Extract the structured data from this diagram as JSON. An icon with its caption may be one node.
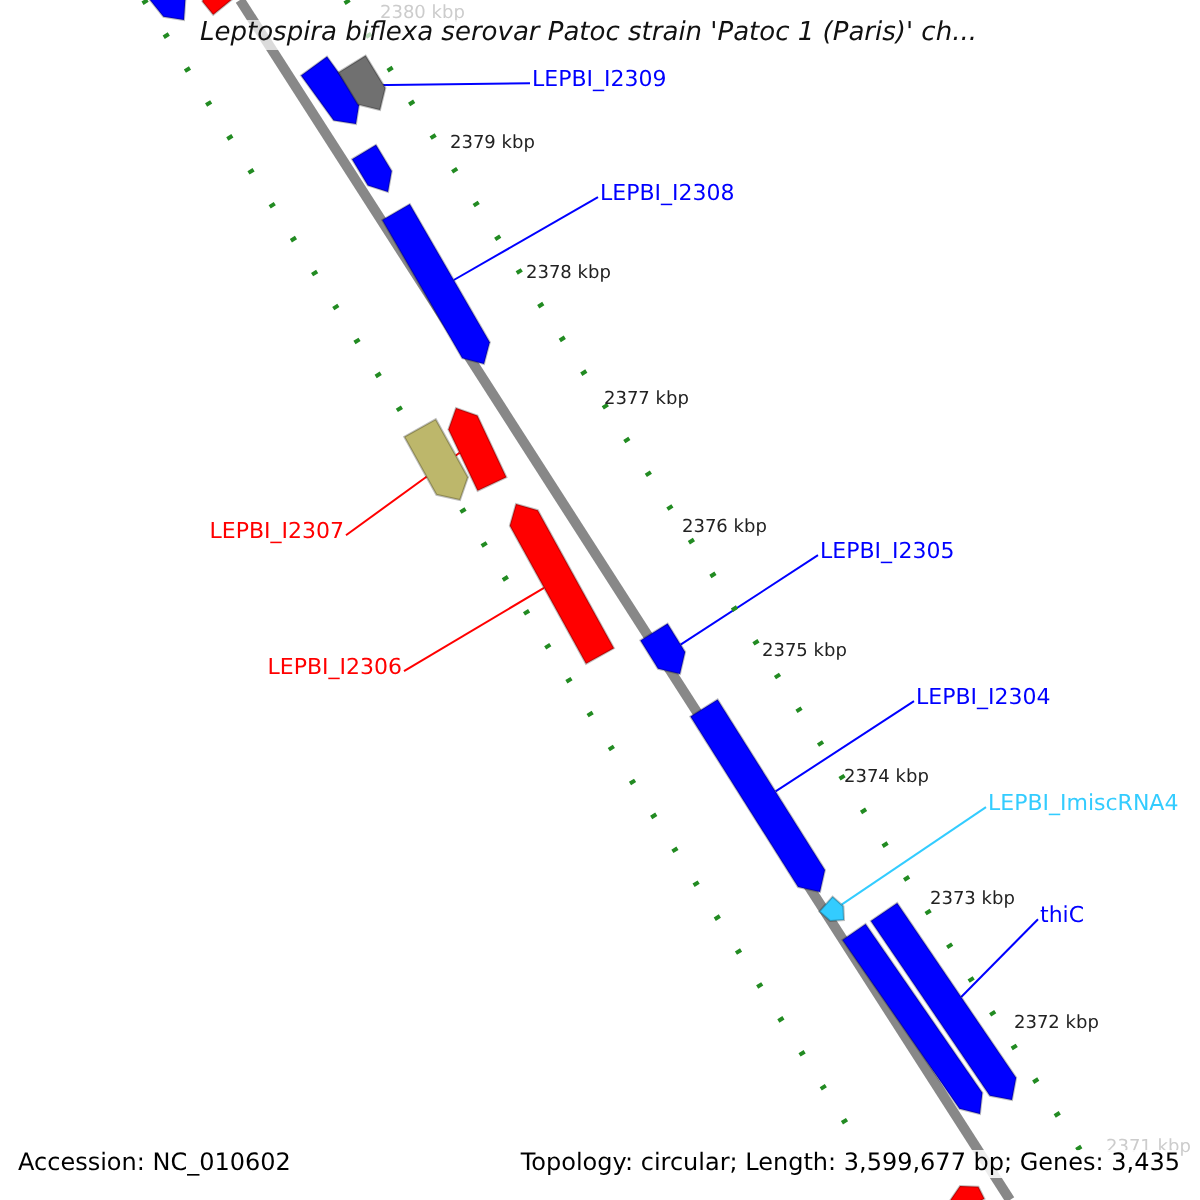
{
  "diagram": {
    "title": "Leptospira biflexa serovar Patoc strain 'Patoc 1 (Paris)' ch...",
    "nodes": [
      {
        "text": [
          "LEPBI_I2309"
        ]
      },
      {
        "text": [],
        "shape": "bar"
      },
      {
        "text": [
          "LEPBI_I2308"
        ]
      },
      {
        "text": [],
        "shape": "bar"
      },
      {
        "text": [
          "LEPBI_I2307"
        ]
      },
      {
        "text": [],
        "shape": "bar"
      },
      {
        "text": [
          "LEPBI_I2306"
        ]
      },
      {
        "text": [],
        "shape": "bar"
      },
      {
        "text": [
          "LEPBI_I2305"
        ]
      },
      {
        "text": [],
        "shape": "bar"
      },
      {
        "text": [
          "LEPBI_I2304"
        ]
      },
      {
        "text": [],
        "shape": "bar"
      },
      {
        "text": [
          "LEPBI_ImiscRNA4"
        ]
      },
      {
        "text": [],
        "shape": "bar"
      },
      {
        "text": [
          "thiC"
        ]
      },
      {
        "text": [],
        "shape": "bar"
      },
      {
        "text": [],
        "shape": "bar"
      },
      {
        "text": [],
        "shape": "bar"
      },
      {
        "text": [],
        "shape": "bar"
      },
      {
        "text": [],
        "shape": "bar"
      },
      {
        "text": [],
        "shape": "bar"
      },
      {
        "text": [],
        "shape": "bar"
      },
      {
        "text": [],
        "shape": "bar"
      }
    ],
    "edges": [
      {
        "from": 0,
        "to": 1,
        "arrow": "none"
      },
      {
        "from": 2,
        "to": 3,
        "arrow": "none"
      },
      {
        "from": 4,
        "to": 5,
        "arrow": "none",
        "color": "#ff0000"
      },
      {
        "from": 6,
        "to": 7,
        "arrow": "none",
        "color": "#ff0000"
      },
      {
        "from": 8,
        "to": 9,
        "arrow": "none"
      },
      {
        "from": 10,
        "to": 11,
        "arrow": "none"
      },
      {
        "from": 12,
        "to": 13,
        "arrow": "none",
        "color": "#33ccff"
      },
      {
        "from": 14,
        "to": 15,
        "arrow": "none"
      }
    ],
    "labels": [
      "2380 kbp",
      "2379 kbp",
      "2378 kbp",
      "2377 kbp",
      "2376 kbp",
      "2375 kbp",
      "2374 kbp",
      "2373 kbp",
      "2372 kbp",
      "2371 kbp",
      "Accession: NC_010602",
      "Topology: circular; Length: 3,599,677 bp; Genes: 3,435"
    ]
  }
}
